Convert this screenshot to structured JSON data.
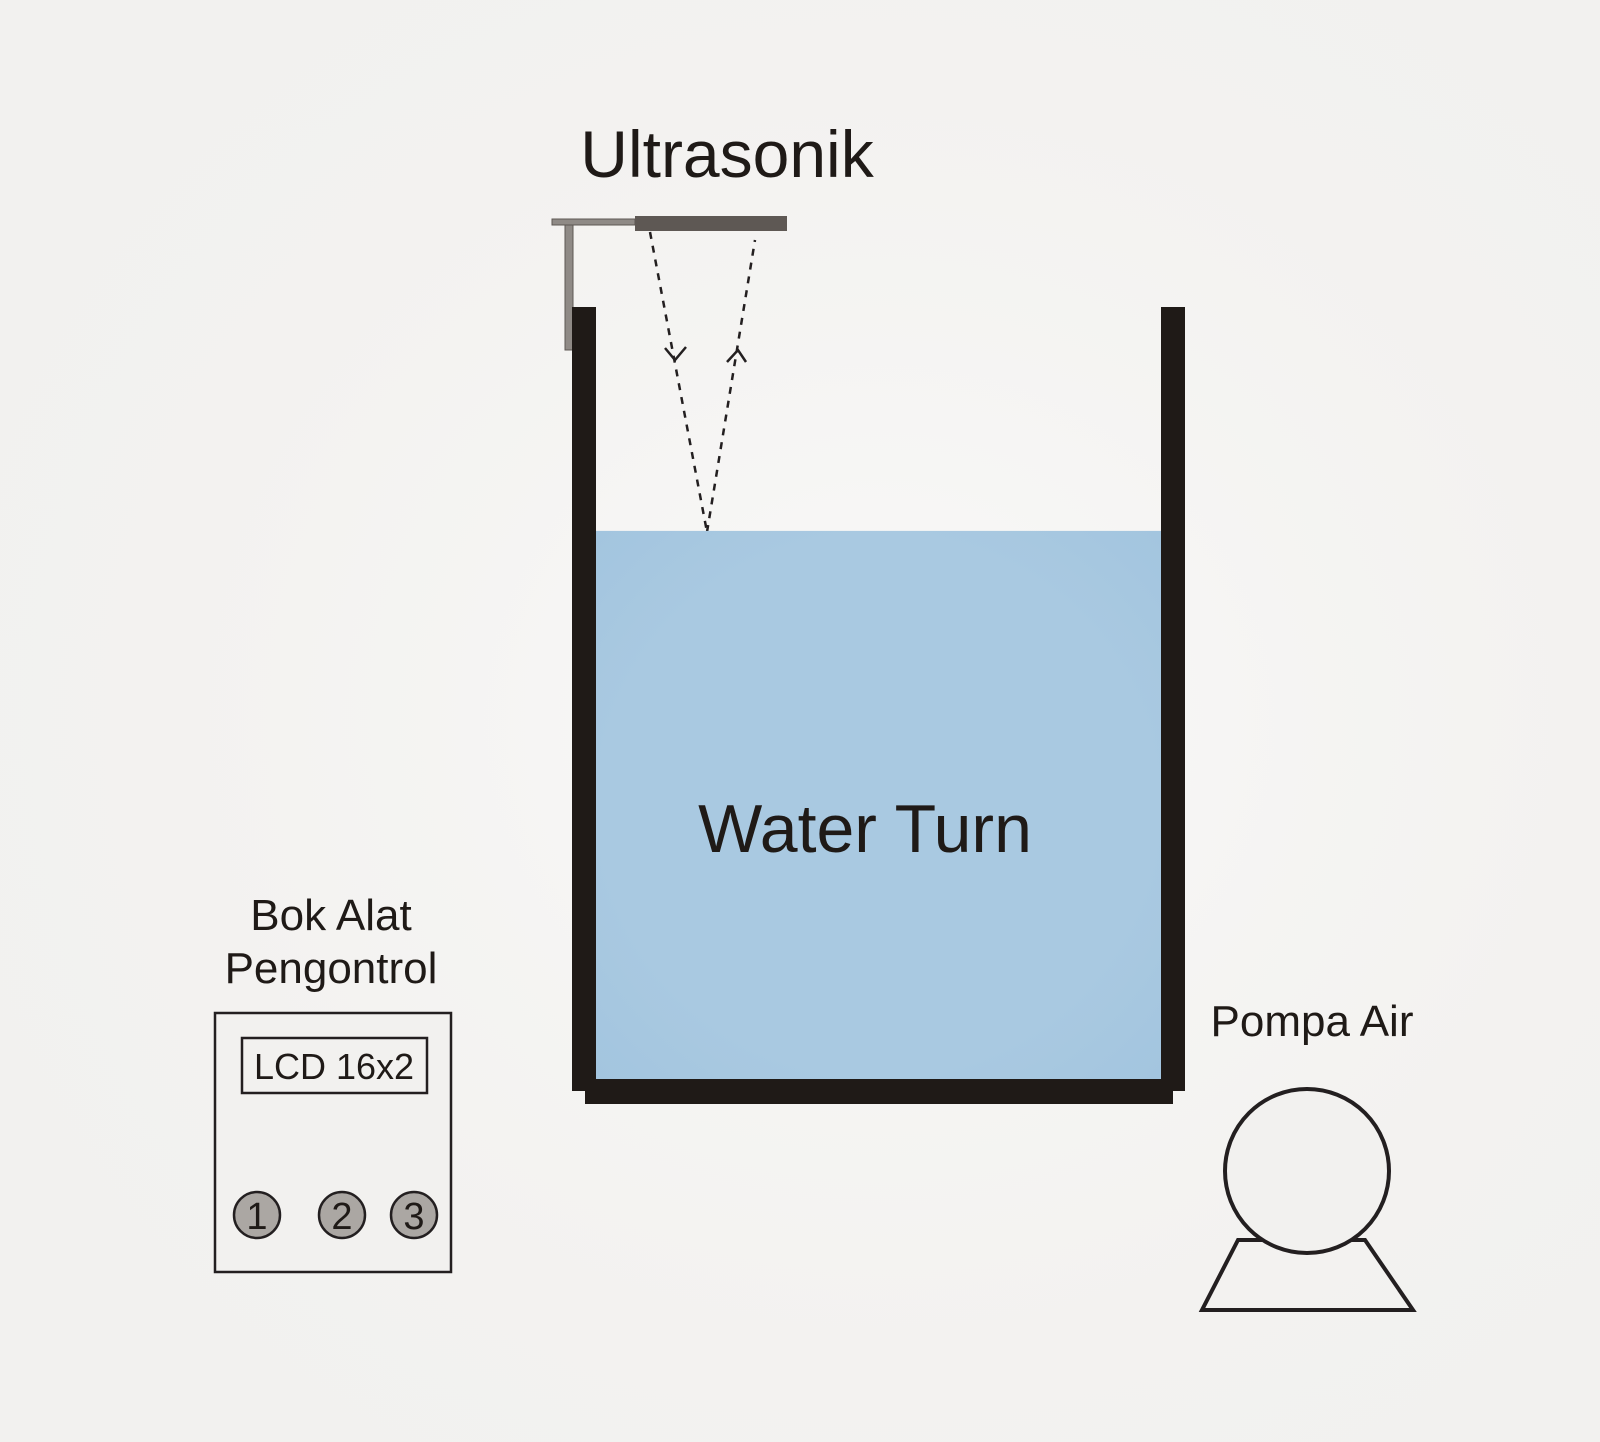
{
  "labels": {
    "sensor": "Ultrasonik",
    "tank": "Water Turn",
    "controller_line1": "Bok Alat",
    "controller_line2": "Pengontrol",
    "lcd": "LCD 16x2",
    "pump": "Pompa Air"
  },
  "buttons": [
    "1",
    "2",
    "3"
  ],
  "colors": {
    "background": "#f2f1ef",
    "water": "#a9c9e1",
    "tank_wall": "#1f1a17",
    "sensor": "#5e5854",
    "button_fill": "#aba7a3",
    "outline": "#231f20"
  },
  "water_level_fraction": 0.71
}
